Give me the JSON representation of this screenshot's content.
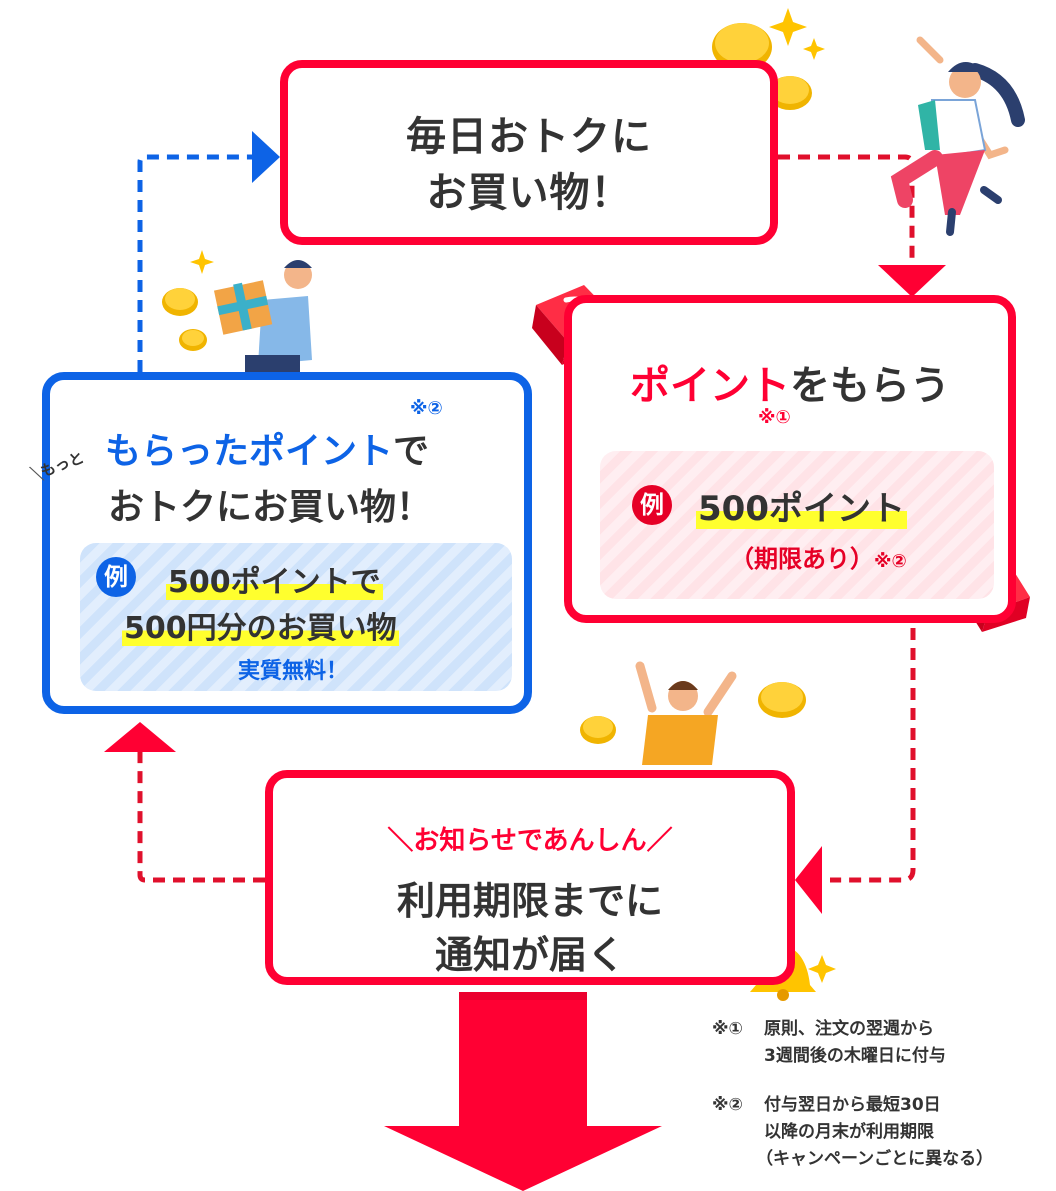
{
  "colors": {
    "red": "#ff0033",
    "blue": "#0d63e6",
    "dark": "#333333",
    "yellow_highlight": "#ffff2e"
  },
  "step1": {
    "line1": "毎日おトクに",
    "line2": "お買い物！"
  },
  "step2": {
    "title_accent": "ポイント",
    "title_rest": "をもらう",
    "note": "※①",
    "example_badge": "例",
    "example_value": "500ポイント",
    "example_sub": "（期限あり）",
    "example_note": "※②"
  },
  "step3": {
    "tagline": "お知らせであんしん",
    "line1": "利用期限までに",
    "line2": "通知が届く"
  },
  "step4": {
    "motto": "もっと",
    "note": "※②",
    "title_accent": "もらったポイント",
    "title_rest": "で",
    "line2": "おトクにお買い物！",
    "example_badge": "例",
    "example_line1": "500ポイントで",
    "example_line2": "500円分のお買い物",
    "example_sub": "実質無料！"
  },
  "footnotes": [
    {
      "mark": "※①",
      "lines": [
        "原則、注文の翌週から",
        "3週間後の木曜日に付与"
      ]
    },
    {
      "mark": "※②",
      "lines": [
        "付与翌日から最短30日",
        "以降の月末が利用期限",
        "（キャンペーンごとに異なる）"
      ]
    }
  ]
}
